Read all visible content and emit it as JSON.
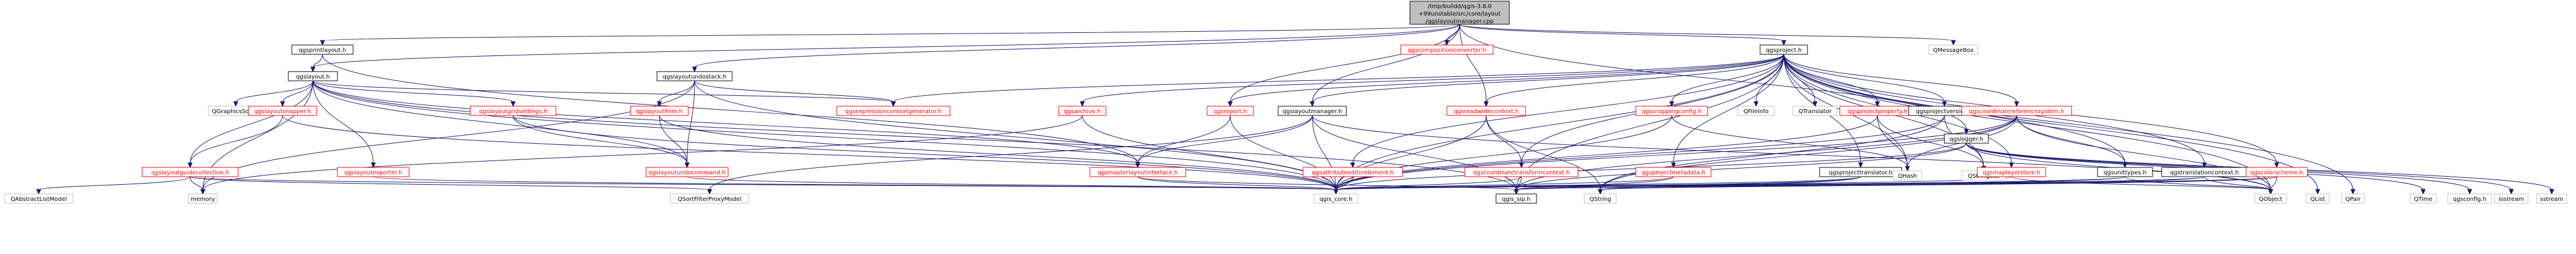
{
  "graph": {
    "colors": {
      "edge": "#191970",
      "root_fill": "#bfbfbf",
      "red_label": "#ff0000",
      "node_border": "#000000",
      "no_include_border": "#bfbfbf"
    },
    "nodes": [
      {
        "id": "root",
        "label": [
          "/tmp/buildd/qgis-3.8.0",
          "+99unstable/src/core/layout",
          "/qgslayoutmanager.cpp"
        ],
        "style": "root"
      },
      {
        "id": "printlayout",
        "label": [
          "qgsprintlayout.h"
        ],
        "style": "plain"
      },
      {
        "id": "compconv",
        "label": [
          "qgscompositionconverter.h"
        ],
        "style": "red"
      },
      {
        "id": "project",
        "label": [
          "qgsproject.h"
        ],
        "style": "plain"
      },
      {
        "id": "msgbox",
        "label": [
          "QMessageBox"
        ],
        "style": "noinc"
      },
      {
        "id": "layout",
        "label": [
          "qgslayout.h"
        ],
        "style": "plain"
      },
      {
        "id": "undostack",
        "label": [
          "qgslayoutundostack.h"
        ],
        "style": "plain"
      },
      {
        "id": "graphicsscene",
        "label": [
          "QGraphicsScene"
        ],
        "style": "noinc"
      },
      {
        "id": "snapper",
        "label": [
          "qgslayoutsnapper.h"
        ],
        "style": "red"
      },
      {
        "id": "gridsettings",
        "label": [
          "qgslayoutgridsettings.h"
        ],
        "style": "red"
      },
      {
        "id": "layoutitem",
        "label": [
          "qgslayoutitem.h"
        ],
        "style": "red"
      },
      {
        "id": "exprctxgen",
        "label": [
          "qgsexpressioncontextgenerator.h"
        ],
        "style": "red"
      },
      {
        "id": "archive",
        "label": [
          "qgsarchive.h"
        ],
        "style": "red"
      },
      {
        "id": "report",
        "label": [
          "qgsreport.h"
        ],
        "style": "red"
      },
      {
        "id": "layoutmanager",
        "label": [
          "qgslayoutmanager.h"
        ],
        "style": "plain"
      },
      {
        "id": "readwritectx",
        "label": [
          "qgsreadwritecontext.h"
        ],
        "style": "red"
      },
      {
        "id": "snappingconfig",
        "label": [
          "qgssnappingconfig.h"
        ],
        "style": "red"
      },
      {
        "id": "qfileinfo",
        "label": [
          "QFileInfo"
        ],
        "style": "noinc"
      },
      {
        "id": "qtranslator",
        "label": [
          "QTranslator"
        ],
        "style": "noinc"
      },
      {
        "id": "projectproperty",
        "label": [
          "qgsprojectproperty.h"
        ],
        "style": "red"
      },
      {
        "id": "projectversion",
        "label": [
          "qgsprojectversion.h"
        ],
        "style": "plain"
      },
      {
        "id": "crs",
        "label": [
          "qgscoordinatereferencesystem.h"
        ],
        "style": "red"
      },
      {
        "id": "logger",
        "label": [
          "qgslogger.h"
        ],
        "style": "plain"
      },
      {
        "id": "guidecoll",
        "label": [
          "qgslayoutguidecollection.h"
        ],
        "style": "red"
      },
      {
        "id": "exporter",
        "label": [
          "qgslayoutexporter.h"
        ],
        "style": "red"
      },
      {
        "id": "undocommand",
        "label": [
          "qgslayoutundocommand.h"
        ],
        "style": "red"
      },
      {
        "id": "masterlayout",
        "label": [
          "qgsmasterlayoutinterface.h"
        ],
        "style": "red"
      },
      {
        "id": "attrelem",
        "label": [
          "qgsattributeeditorelement.h"
        ],
        "style": "red"
      },
      {
        "id": "coordxformctx",
        "label": [
          "qgscoordinatetransformcontext.h"
        ],
        "style": "red"
      },
      {
        "id": "projmeta",
        "label": [
          "qgsprojectmetadata.h"
        ],
        "style": "red"
      },
      {
        "id": "projtranslator",
        "label": [
          "qgsprojecttranslator.h"
        ],
        "style": "plain"
      },
      {
        "id": "qhash",
        "label": [
          "QHash"
        ],
        "style": "noinc"
      },
      {
        "id": "qstringlist",
        "label": [
          "QStringList"
        ],
        "style": "noinc"
      },
      {
        "id": "maplayerstore",
        "label": [
          "qgsmaplayerstore.h"
        ],
        "style": "red"
      },
      {
        "id": "unittypes",
        "label": [
          "qgsunittypes.h"
        ],
        "style": "plain"
      },
      {
        "id": "translationctx",
        "label": [
          "qgstranslationcontext.h"
        ],
        "style": "plain"
      },
      {
        "id": "colorscheme",
        "label": [
          "qgscolorscheme.h"
        ],
        "style": "red"
      },
      {
        "id": "qabslistmodel",
        "label": [
          "QAbstractListModel"
        ],
        "style": "noinc"
      },
      {
        "id": "memory",
        "label": [
          "memory"
        ],
        "style": "noinc"
      },
      {
        "id": "qsortfilter",
        "label": [
          "QSortFilterProxyModel"
        ],
        "style": "noinc"
      },
      {
        "id": "core",
        "label": [
          "qgis_core.h"
        ],
        "style": "noinc"
      },
      {
        "id": "sip",
        "label": [
          "qgis_sip.h"
        ],
        "style": "plain"
      },
      {
        "id": "qstring",
        "label": [
          "QString"
        ],
        "style": "noinc"
      },
      {
        "id": "qobject",
        "label": [
          "QObject"
        ],
        "style": "noinc"
      },
      {
        "id": "qlist",
        "label": [
          "QList"
        ],
        "style": "noinc"
      },
      {
        "id": "qpair",
        "label": [
          "QPair"
        ],
        "style": "noinc"
      },
      {
        "id": "qtime",
        "label": [
          "QTime"
        ],
        "style": "noinc"
      },
      {
        "id": "qgsconfig",
        "label": [
          "qgsconfig.h"
        ],
        "style": "noinc"
      },
      {
        "id": "iostream",
        "label": [
          "iostream"
        ],
        "style": "noinc"
      },
      {
        "id": "sstream",
        "label": [
          "sstream"
        ],
        "style": "noinc"
      }
    ],
    "edges": [
      [
        "root",
        "printlayout"
      ],
      [
        "root",
        "compconv"
      ],
      [
        "root",
        "project"
      ],
      [
        "root",
        "msgbox"
      ],
      [
        "root",
        "layoutmanager"
      ],
      [
        "root",
        "layout"
      ],
      [
        "root",
        "undostack"
      ],
      [
        "root",
        "report"
      ],
      [
        "root",
        "readwritectx"
      ],
      [
        "root",
        "logger"
      ],
      [
        "printlayout",
        "layout"
      ],
      [
        "printlayout",
        "masterlayout"
      ],
      [
        "layout",
        "graphicsscene"
      ],
      [
        "layout",
        "snapper"
      ],
      [
        "layout",
        "gridsettings"
      ],
      [
        "layout",
        "exporter"
      ],
      [
        "layout",
        "exprctxgen"
      ],
      [
        "layout",
        "undocommand"
      ],
      [
        "layout",
        "guidecoll"
      ],
      [
        "layout",
        "core"
      ],
      [
        "layout",
        "memory"
      ],
      [
        "layout",
        "sip"
      ],
      [
        "layout",
        "masterlayout"
      ],
      [
        "undostack",
        "layoutitem"
      ],
      [
        "undostack",
        "undocommand"
      ],
      [
        "undostack",
        "core"
      ],
      [
        "undostack",
        "memory"
      ],
      [
        "undostack",
        "exprctxgen"
      ],
      [
        "snapper",
        "guidecoll"
      ],
      [
        "snapper",
        "core"
      ],
      [
        "gridsettings",
        "undocommand"
      ],
      [
        "gridsettings",
        "core"
      ],
      [
        "layoutitem",
        "undocommand"
      ],
      [
        "layoutitem",
        "core"
      ],
      [
        "guidecoll",
        "qabslistmodel"
      ],
      [
        "guidecoll",
        "core"
      ],
      [
        "guidecoll",
        "memory"
      ],
      [
        "guidecoll",
        "qsortfilter"
      ],
      [
        "exporter",
        "core"
      ],
      [
        "undocommand",
        "core"
      ],
      [
        "project",
        "exprctxgen"
      ],
      [
        "project",
        "archive"
      ],
      [
        "project",
        "report"
      ],
      [
        "project",
        "layoutmanager"
      ],
      [
        "project",
        "readwritectx"
      ],
      [
        "project",
        "snappingconfig"
      ],
      [
        "project",
        "qfileinfo"
      ],
      [
        "project",
        "qtranslator"
      ],
      [
        "project",
        "projectproperty"
      ],
      [
        "project",
        "projectversion"
      ],
      [
        "project",
        "crs"
      ],
      [
        "project",
        "attrelem"
      ],
      [
        "project",
        "coordxformctx"
      ],
      [
        "project",
        "projmeta"
      ],
      [
        "project",
        "projtranslator"
      ],
      [
        "project",
        "qhash"
      ],
      [
        "project",
        "qstringlist"
      ],
      [
        "project",
        "maplayerstore"
      ],
      [
        "project",
        "unittypes"
      ],
      [
        "project",
        "translationctx"
      ],
      [
        "project",
        "colorscheme"
      ],
      [
        "project",
        "core"
      ],
      [
        "project",
        "sip"
      ],
      [
        "project",
        "qlist"
      ],
      [
        "project",
        "qpair"
      ],
      [
        "project",
        "qobject"
      ],
      [
        "archive",
        "core"
      ],
      [
        "archive",
        "memory"
      ],
      [
        "report",
        "core"
      ],
      [
        "report",
        "masterlayout"
      ],
      [
        "layoutmanager",
        "core"
      ],
      [
        "layoutmanager",
        "sip"
      ],
      [
        "layoutmanager",
        "qobject"
      ],
      [
        "layoutmanager",
        "masterlayout"
      ],
      [
        "layoutmanager",
        "qsortfilter"
      ],
      [
        "masterlayout",
        "core"
      ],
      [
        "masterlayout",
        "sip"
      ],
      [
        "readwritectx",
        "core"
      ],
      [
        "readwritectx",
        "coordxformctx"
      ],
      [
        "readwritectx",
        "qstring"
      ],
      [
        "snappingconfig",
        "core"
      ],
      [
        "snappingconfig",
        "qhash"
      ],
      [
        "attrelem",
        "core"
      ],
      [
        "coordxformctx",
        "core"
      ],
      [
        "coordxformctx",
        "sip"
      ],
      [
        "projmeta",
        "core"
      ],
      [
        "projmeta",
        "sip"
      ],
      [
        "projtranslator",
        "core"
      ],
      [
        "projtranslator",
        "sip"
      ],
      [
        "projtranslator",
        "qstring"
      ],
      [
        "projectproperty",
        "core"
      ],
      [
        "projectproperty",
        "qhash"
      ],
      [
        "projectproperty",
        "qstringlist"
      ],
      [
        "projectversion",
        "core"
      ],
      [
        "projectversion",
        "qstring"
      ],
      [
        "projectversion",
        "qstringlist"
      ],
      [
        "crs",
        "core"
      ],
      [
        "crs",
        "sip"
      ],
      [
        "crs",
        "unittypes"
      ],
      [
        "crs",
        "qstring"
      ],
      [
        "crs",
        "qhash"
      ],
      [
        "crs",
        "qobject"
      ],
      [
        "maplayerstore",
        "core"
      ],
      [
        "maplayerstore",
        "qobject"
      ],
      [
        "unittypes",
        "core"
      ],
      [
        "unittypes",
        "sip"
      ],
      [
        "unittypes",
        "qobject"
      ],
      [
        "translationctx",
        "core"
      ],
      [
        "translationctx",
        "qstring"
      ],
      [
        "translationctx",
        "qobject"
      ],
      [
        "colorscheme",
        "core"
      ],
      [
        "colorscheme",
        "sip"
      ],
      [
        "colorscheme",
        "qstring"
      ],
      [
        "colorscheme",
        "qobject"
      ],
      [
        "logger",
        "core"
      ],
      [
        "logger",
        "sip"
      ],
      [
        "logger",
        "qtime"
      ],
      [
        "logger",
        "qgsconfig"
      ],
      [
        "logger",
        "iostream"
      ],
      [
        "logger",
        "sstream"
      ],
      [
        "logger",
        "qobject"
      ]
    ]
  }
}
